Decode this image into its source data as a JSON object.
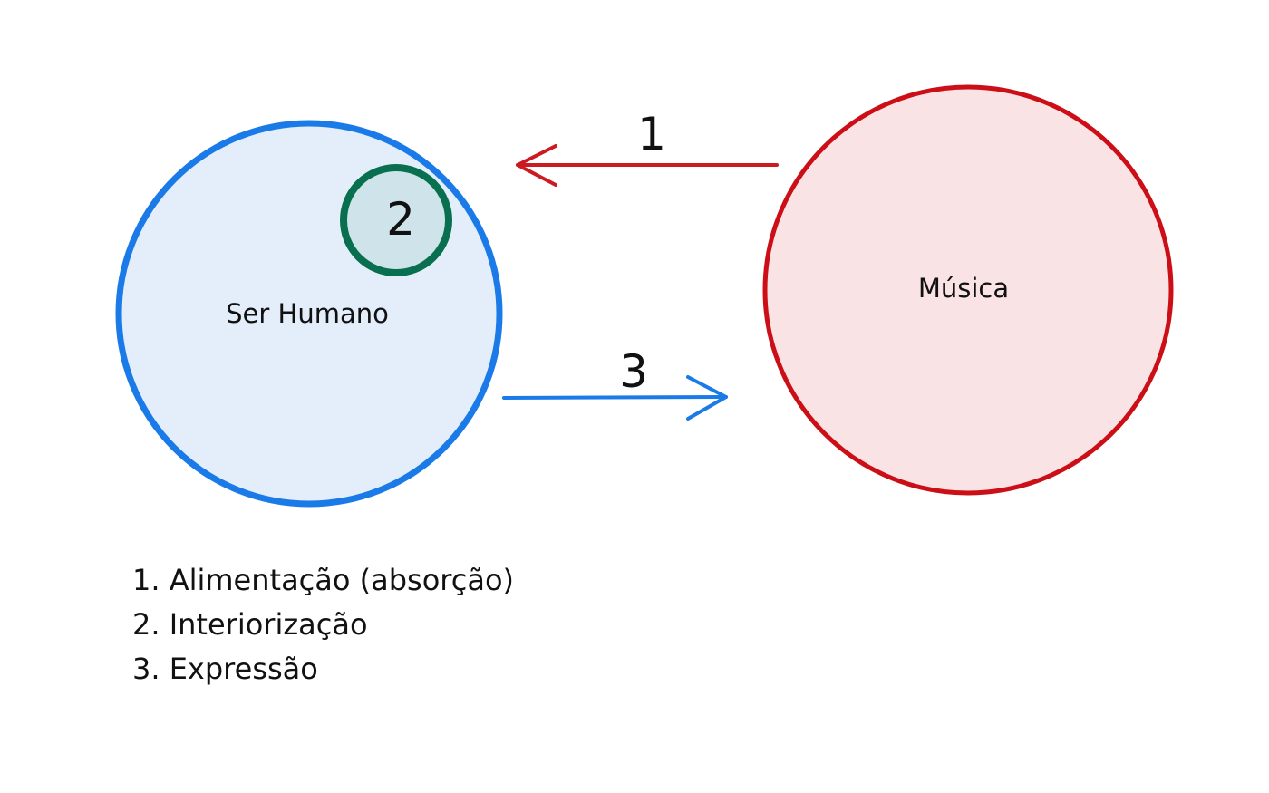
{
  "nodes": {
    "human": {
      "label": "Ser Humano",
      "stroke": "#1a7ae8",
      "fill": "#e3eefa"
    },
    "inner": {
      "label": "2",
      "stroke": "#08704f",
      "fill": "#cfe3ea"
    },
    "music": {
      "label": "Música",
      "stroke": "#cc0e16",
      "fill": "#fae3e4"
    }
  },
  "arrows": {
    "absorption": {
      "label": "1",
      "color": "#cc1a22",
      "direction": "music-to-human"
    },
    "expression": {
      "label": "3",
      "color": "#1a7ae8",
      "direction": "human-to-music"
    }
  },
  "legend": [
    "1. Alimentação (absorção)",
    "2. Interiorização",
    "3. Expressão"
  ]
}
